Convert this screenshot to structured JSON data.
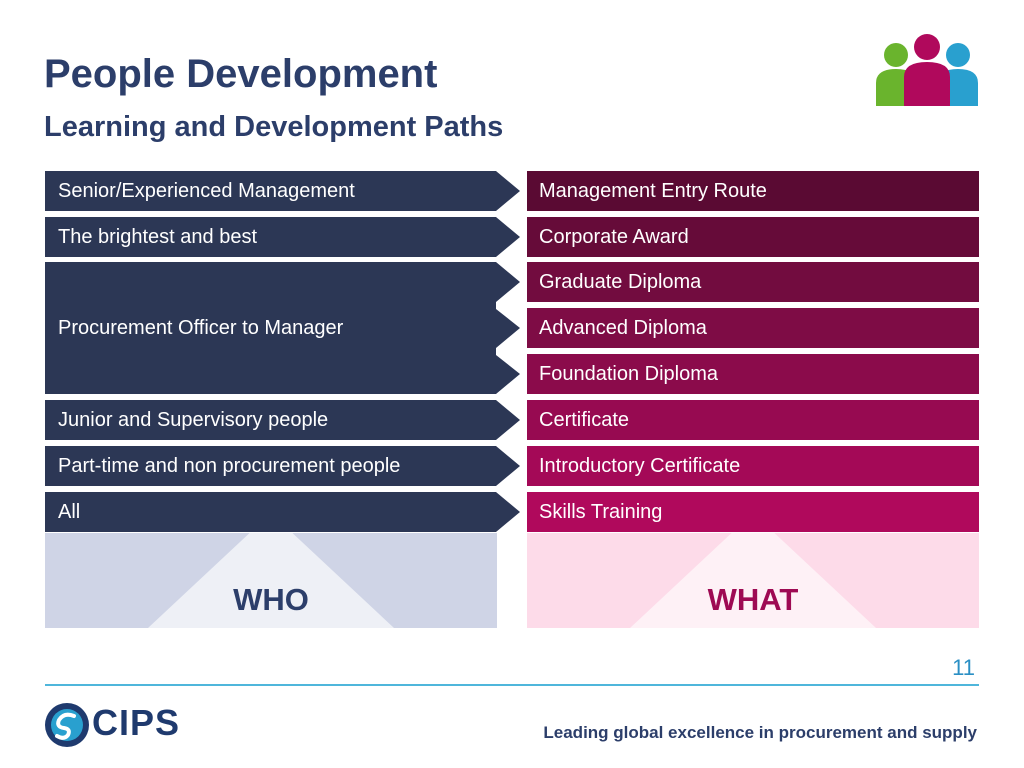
{
  "header": {
    "title": "People Development",
    "subtitle": "Learning and Development Paths"
  },
  "who": {
    "rows": [
      "Senior/Experienced Management",
      "The brightest and best",
      "Procurement Officer to Manager",
      "Junior and Supervisory people",
      "Part-time and non procurement people",
      "All"
    ],
    "label": "WHO"
  },
  "what": {
    "rows": [
      "Management Entry Route",
      "Corporate Award",
      "Graduate Diploma",
      "Advanced Diploma",
      "Foundation Diploma",
      "Certificate",
      "Introductory Certificate",
      "Skills Training"
    ],
    "label": "WHAT"
  },
  "footer": {
    "page_number": "11",
    "logo": "CIPS",
    "tagline": "Leading global excellence in procurement and supply"
  },
  "colors": {
    "who_bar": "#2c3755",
    "what_bar_top": "#5a0a33",
    "what_bar_bottom": "#b0095c",
    "title": "#2c3e6a",
    "accent_line": "#4fb6db"
  },
  "icons": [
    "people-group-icon",
    "cips-logo-icon"
  ]
}
